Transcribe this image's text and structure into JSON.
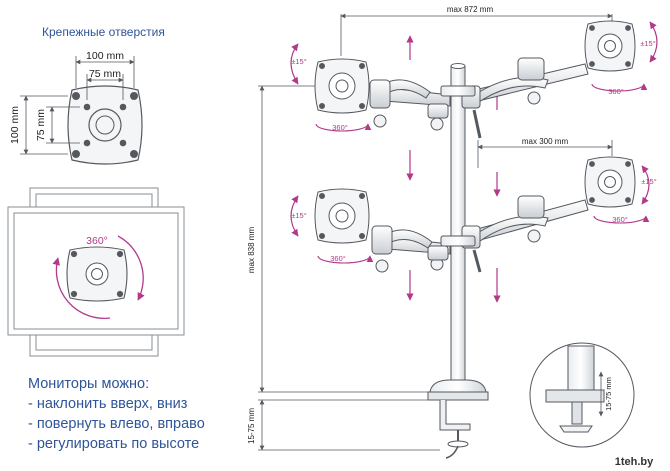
{
  "mounting": {
    "title": "Крепежные отверстия",
    "dim_100_h": "100 mm",
    "dim_75_h": "75 mm",
    "dim_100_v": "100 mm",
    "dim_75_v": "75 mm"
  },
  "rotation": {
    "screen_rotate": "360°",
    "upper_left": "360°",
    "upper_right": "360°",
    "lower_left": "360°",
    "lower_right": "360°"
  },
  "tilt": {
    "upper_left": "±15°",
    "upper_right": "±15°",
    "lower_left": "±15°",
    "lower_right": "±15°"
  },
  "dimensions": {
    "max_width": "max 872 mm",
    "max_arm": "max 300 mm",
    "max_height": "max 838 mm",
    "clamp_range": "15-75 mm",
    "inset_clamp_range": "15-75 mm"
  },
  "features": {
    "title": "Мониторы можно:",
    "items": [
      "- наклонить вверх, вниз",
      "- повернуть влево, вправо",
      "- регулировать по высоте"
    ]
  },
  "watermark": "1teh.by",
  "colors": {
    "line": "#55595f",
    "accent": "#b23a8a",
    "text_blue": "#2f5597"
  }
}
